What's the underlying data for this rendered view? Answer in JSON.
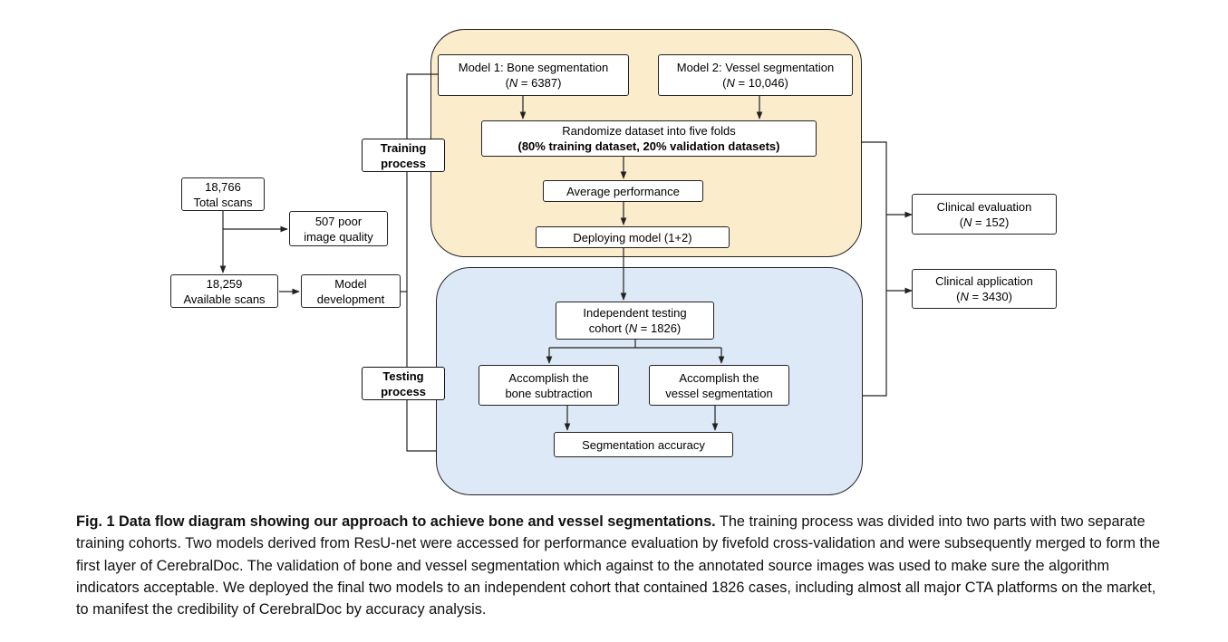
{
  "diagram": {
    "total_scans": {
      "value": "18,766",
      "label": "Total scans"
    },
    "poor_quality": {
      "line1": "507 poor",
      "line2": "image quality"
    },
    "available_scans": {
      "value": "18,259",
      "label": "Available scans"
    },
    "model_development": {
      "line1": "Model",
      "line2": "development"
    },
    "training_process": {
      "line1": "Training",
      "line2": "process"
    },
    "testing_process": {
      "line1": "Testing",
      "line2": "process"
    },
    "model1": {
      "line1": "Model 1: Bone segmentation",
      "n_label": "N",
      "n_value": " = 6387"
    },
    "model2": {
      "line1": "Model 2: Vessel segmentation",
      "n_label": "N",
      "n_value": " = 10,046"
    },
    "randomize": {
      "line1": "Randomize dataset into five folds",
      "line2": "(80% training dataset, 20% validation datasets)"
    },
    "average_performance": "Average performance",
    "deploying_model": "Deploying model (1+2)",
    "independent_testing": {
      "line1": "Independent testing",
      "line2_prefix": "cohort (",
      "n_label": "N",
      "n_value": " = 1826)"
    },
    "bone_subtraction": {
      "line1": "Accomplish the",
      "line2": "bone subtraction"
    },
    "vessel_segmentation": {
      "line1": "Accomplish the",
      "line2": "vessel segmentation"
    },
    "segmentation_accuracy": "Segmentation accuracy",
    "clinical_evaluation": {
      "line1": "Clinical evaluation",
      "n_label": "N",
      "n_value": " = 152)"
    },
    "clinical_application": {
      "line1": "Clinical application",
      "n_label": "N",
      "n_value": " = 3430)"
    },
    "colors": {
      "training_fill": "#fbeccb",
      "testing_fill": "#dde9f6",
      "line": "#222222"
    }
  },
  "caption": {
    "title": "Fig. 1 Data flow diagram showing our approach to achieve bone and vessel segmentations.",
    "body": " The training process was divided into two parts with two separate training cohorts. Two models derived from ResU-net were accessed for performance evaluation by fivefold cross-validation and were subsequently merged to form the first layer of CerebralDoc. The validation of bone and vessel segmentation which against to the annotated source images was used to make sure the algorithm indicators acceptable. We deployed the final two models to an independent cohort that contained 1826 cases, including almost all major CTA platforms on the market, to manifest the credibility of CerebralDoc by accuracy analysis."
  }
}
